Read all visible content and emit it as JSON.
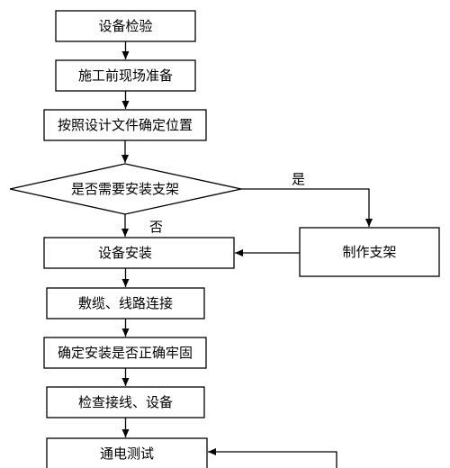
{
  "nodes": {
    "inspect": "设备检验",
    "prep": "施工前现场准备",
    "position": "按照设计文件确定位置",
    "decision": "是否需要安装支架",
    "install": "设备安装",
    "bracket": "制作支架",
    "cable": "敷缆、线路连接",
    "verify": "确定安装是否正确牢固",
    "check": "检查接线、设备",
    "test": "通电测试"
  },
  "edges": {
    "yes": "是",
    "no": "否"
  }
}
